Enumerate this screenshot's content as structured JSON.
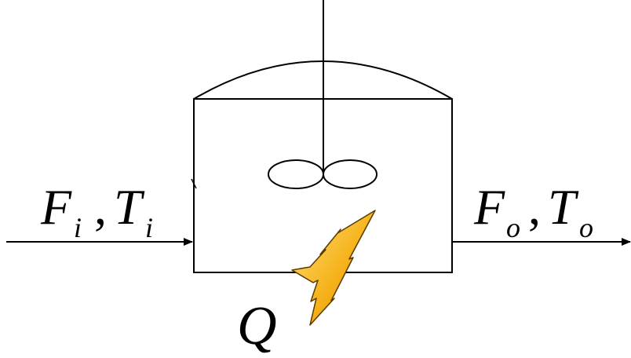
{
  "inlet": {
    "flow": "F",
    "flow_sub": "i",
    "sep": ",",
    "temp": "T",
    "temp_sub": "i"
  },
  "outlet": {
    "flow": "F",
    "flow_sub": "o",
    "sep": ",",
    "temp": "T",
    "temp_sub": "o"
  },
  "heat": {
    "label": "Q"
  },
  "colors": {
    "stroke": "#000000",
    "bolt_fill": "#f6b21b",
    "bolt_highlight": "#ffe27a",
    "bolt_shadow": "#c07a00"
  }
}
